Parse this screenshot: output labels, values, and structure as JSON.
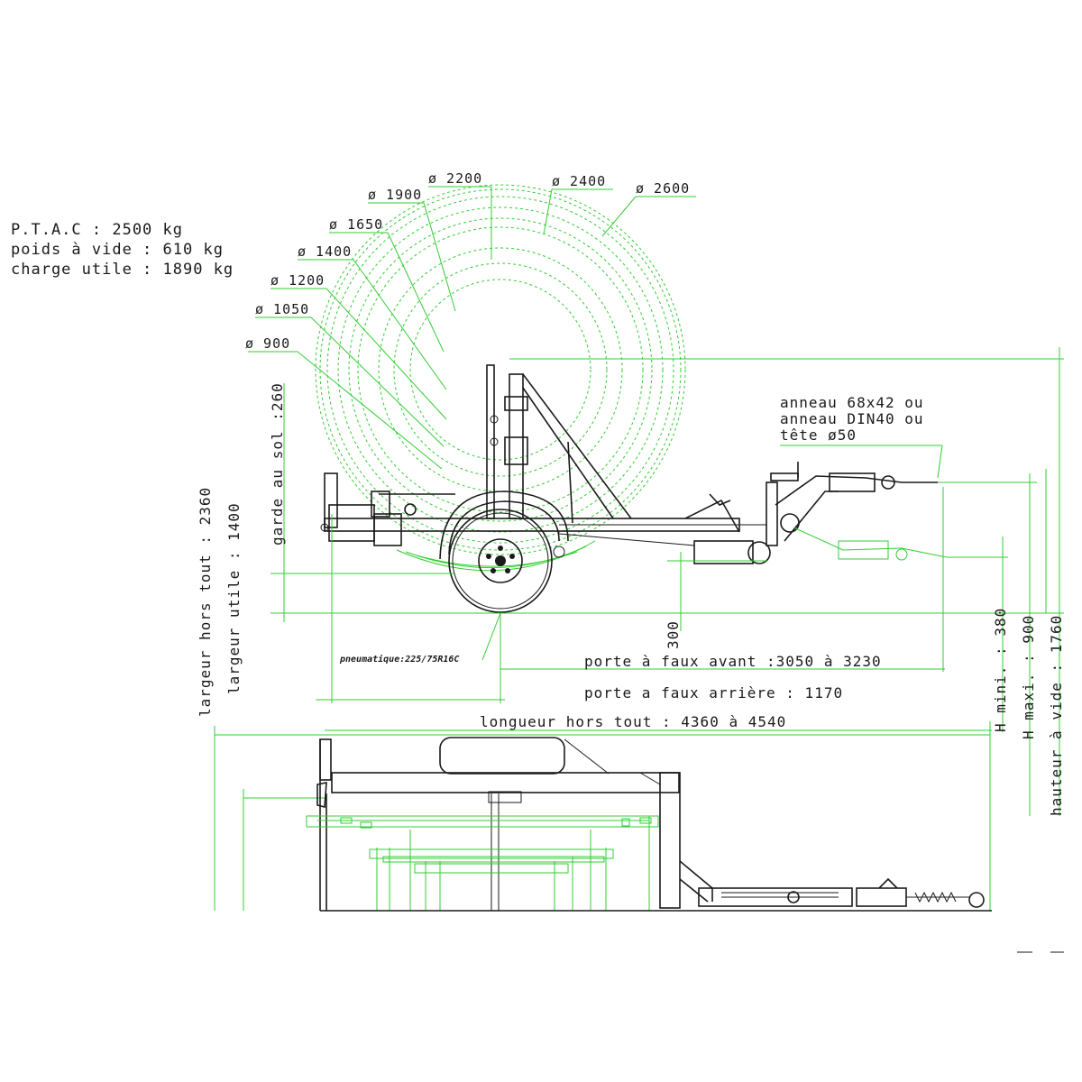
{
  "specs": {
    "ptac": "P.T.A.C : 2500 kg",
    "poids_vide": "poids à vide : 610 kg",
    "charge_utile": "charge utile : 1890 kg"
  },
  "diameters": [
    "ø 900",
    "ø 1050",
    "ø 1200",
    "ø 1400",
    "ø 1650",
    "ø 1900",
    "ø 2200",
    "ø 2400",
    "ø 2600"
  ],
  "coupling_note": {
    "line1": "anneau 68x42 ou",
    "line2": "anneau DIN40 ou",
    "line3": "tête ø50"
  },
  "dimensions": {
    "garde_au_sol": "garde au sol :260",
    "pneumatique": "pneumatique:225/75R16C",
    "porte_avant": "porte à faux avant :3050 à 3230",
    "porte_arriere": "porte a faux arrière : 1170",
    "longueur": "longueur hors tout : 4360 à 4540",
    "largeur_hors_tout": "largeur hors tout : 2360",
    "largeur_utile": "largeur utile : 1400",
    "h_300": "300",
    "h_mini": "H mini. : 380",
    "h_maxi": "H maxi. : 900",
    "hauteur_vide": "hauteur à vide : 1760"
  }
}
